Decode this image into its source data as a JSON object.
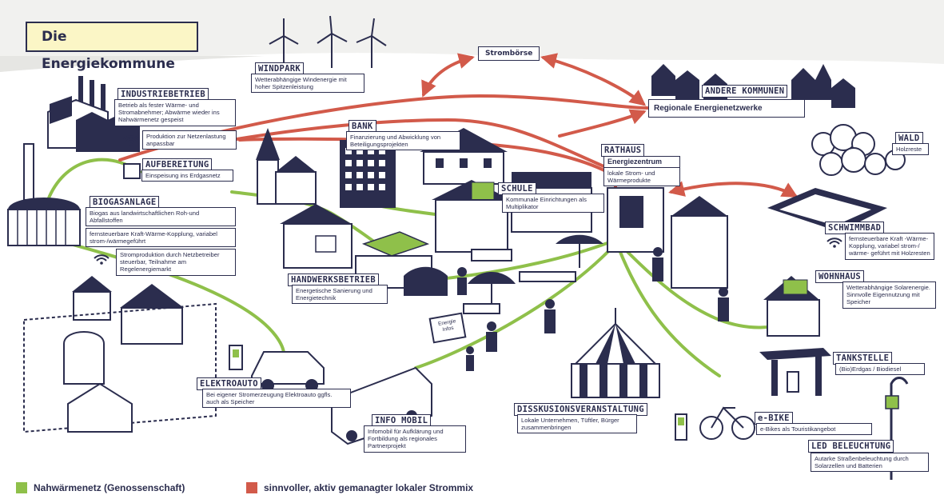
{
  "title": "Die Energiekommune",
  "colors": {
    "heat": "#8fc04a",
    "power": "#d25a4a",
    "ink": "#2b2d4e",
    "title_bg": "#fbf6c6"
  },
  "nodes": {
    "stromboerse": "Strombörse"
  },
  "stations": {
    "windpark": {
      "label": "WINDPARK",
      "text": "Wetterabhängige Windenergie mit hoher Spitzenleistung"
    },
    "industrie": {
      "label": "INDUSTRIEBETRIEB",
      "text": "Betrieb als fester Wärme- und Stromabnehmer; Abwärme wieder ins Nahwärmenetz gespeist",
      "text2": "Produktion zur Netzenlastung anpassbar"
    },
    "aufbereitung": {
      "label": "AUFBEREITUNG",
      "text": "Einspeisung ins Erdgasnetz"
    },
    "biogas": {
      "label": "BIOGASANLAGE",
      "text": "Biogas aus landwirtschaftlichen Roh-und Abfallstoffen",
      "text2": "fernsteuerbare Kraft-Wärme-Kopplung, variabel strom-/wärmegeführt",
      "text3": "Stromproduktion durch Netzbetreiber steuerbar, Teilnahme am Regelenergiemarkt"
    },
    "bank": {
      "label": "BANK",
      "text": "Finanzierung und Abwicklung von Beteiligungsprojekten"
    },
    "schule": {
      "label": "SCHULE",
      "text": "Kommunale Einrichtungen als Multiplikator"
    },
    "rathaus": {
      "label": "RATHAUS",
      "heading": "Energiezentrum",
      "text": "lokale Strom- und Wärmeprodukte"
    },
    "andere": {
      "label": "ANDERE KOMMUNEN",
      "text": "Regionale Energienetzwerke"
    },
    "wald": {
      "label": "WALD",
      "text": "Holzreste"
    },
    "schwimmbad": {
      "label": "SCHWIMMBAD",
      "text": "fernsteuerbare Kraft -Wärme-Kopplung, variabel strom-/ wärme- geführt mit Holzresten"
    },
    "wohnhaus": {
      "label": "WOHNHAUS",
      "text": "Wetterabhängige Solarenergie. Sinnvolle Eigennutzung mit Speicher"
    },
    "handwerk": {
      "label": "HANDWERKSBETRIEB",
      "text": "Energetische Sanierung und Energietechnik"
    },
    "elektroauto": {
      "label": "ELEKTROAUTO",
      "text": "Bei eigener Stromerzeugung Elektroauto ggfls. auch als Speicher"
    },
    "infomobil": {
      "label": "INFO MOBIL",
      "text": "Infomobil für Aufklärung und Fortbildung als regionales Partnerprojekt"
    },
    "diskussion": {
      "label": "DISSKUSIONSVERANSTALTUNG",
      "text": "Lokale Unternehmen, Tüftler, Bürger zusammenbringen"
    },
    "tankstelle": {
      "label": "TANKSTELLE",
      "text": "(Bio)Erdgas / Biodiesel"
    },
    "ebike": {
      "label": "e-BIKE",
      "text": "e-Bikes als Touristikangebot"
    },
    "led": {
      "label": "LED BELEUCHTUNG",
      "text": "Autarke Straßenbeleuchtung durch Solarzellen und Batterien"
    }
  },
  "sign_text": "Energie Infos",
  "legend": [
    {
      "color": "#8fc04a",
      "text": "Nahwärmenetz (Genossenschaft)"
    },
    {
      "color": "#d25a4a",
      "text": "sinnvoller, aktiv gemanagter lokaler Strommix"
    }
  ]
}
